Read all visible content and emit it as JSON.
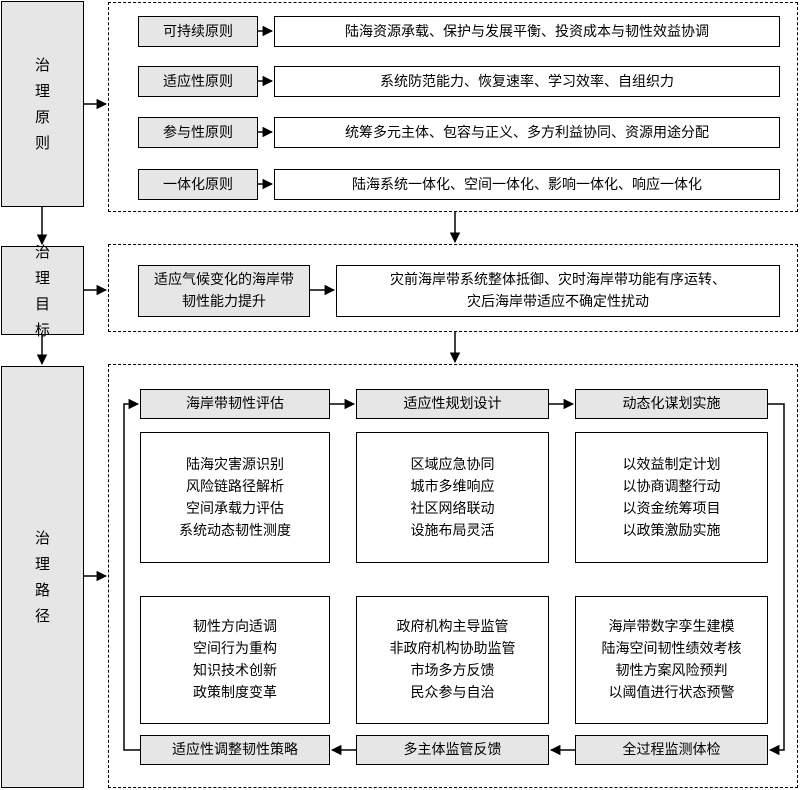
{
  "governance_principles": {
    "label": "治理原则",
    "rows": [
      {
        "name": "可持续原则",
        "desc": "陆海资源承载、保护与发展平衡、投资成本与韧性效益协调"
      },
      {
        "name": "适应性原则",
        "desc": "系统防范能力、恢复速率、学习效率、自组织力"
      },
      {
        "name": "参与性原则",
        "desc": "统筹多元主体、包容与正义、多方利益协同、资源用途分配"
      },
      {
        "name": "一体化原则",
        "desc": "陆海系统一体化、空间一体化、影响一体化、响应一体化"
      }
    ]
  },
  "governance_goal": {
    "label": "治理目标",
    "goal": "适应气候变化的海岸带\n韧性能力提升",
    "desc": "灾前海岸带系统整体抵御、灾时海岸带功能有序运转、\n灾后海岸带适应不确定性扰动"
  },
  "governance_path": {
    "label": "治理路径",
    "top": [
      "海岸带韧性评估",
      "适应性规划设计",
      "动态化谋划实施"
    ],
    "bottom": [
      "适应性调整韧性策略",
      "多主体监管反馈",
      "全过程监测体检"
    ],
    "details_upper": [
      "陆海灾害源识别\n风险链路径解析\n空间承载力评估\n系统动态韧性测度",
      "区域应急协同\n城市多维响应\n社区网络联动\n设施布局灵活",
      "以效益制定计划\n以协商调整行动\n以资金统筹项目\n以政策激励实施"
    ],
    "details_lower": [
      "韧性方向适调\n空间行为重构\n知识技术创新\n政策制度变革",
      "政府机构主导监管\n非政府机构协助监管\n市场多方反馈\n民众参与自治",
      "海岸带数字孪生建模\n陆海空间韧性绩效考核\n韧性方案风险预判\n以阈值进行状态预警"
    ]
  }
}
